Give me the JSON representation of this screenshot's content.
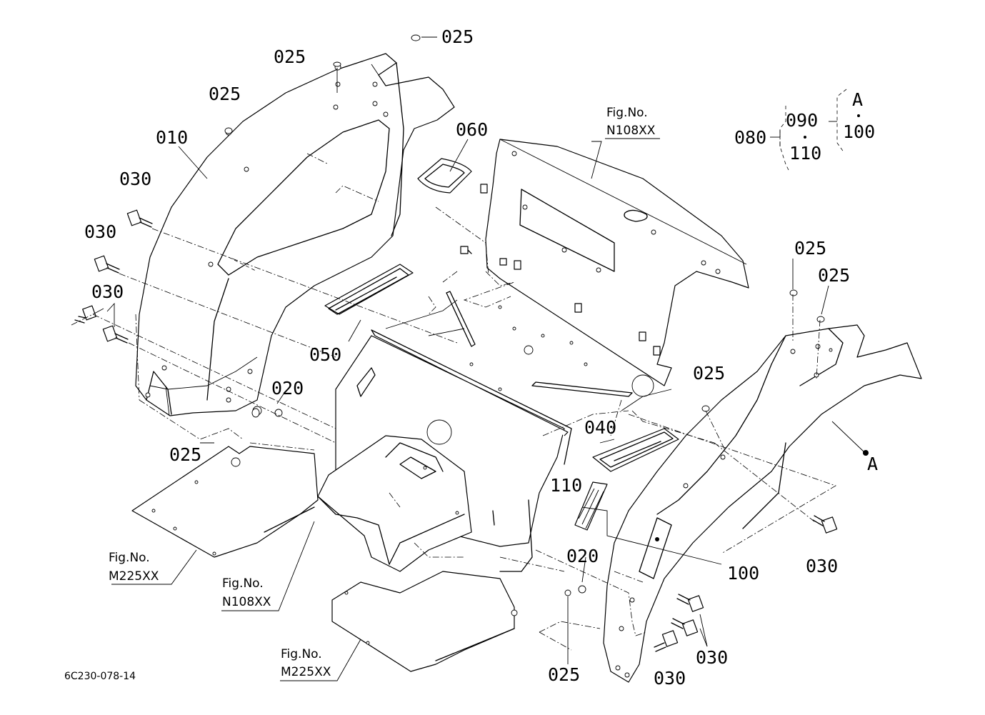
{
  "drawing_code": "6C230-078-14",
  "fig_refs": {
    "top_right": {
      "title": "Fig.No.",
      "number": "N108XX"
    },
    "bottom_left": {
      "title": "Fig.No.",
      "number": "M225XX"
    },
    "bottom_center": {
      "title": "Fig.No.",
      "number": "N108XX"
    },
    "bottom_mid": {
      "title": "Fig.No.",
      "number": "M225XX"
    }
  },
  "parts": {
    "p010": "010",
    "p020": "020",
    "p025": "025",
    "p030": "030",
    "p040": "040",
    "p050": "050",
    "p060": "060",
    "p100": "100",
    "p110": "110"
  },
  "assembly_key": {
    "root": "080",
    "top": "090",
    "bottom": "110",
    "sub_ref": "A",
    "sub_part": "100"
  },
  "callout_ref": "A"
}
